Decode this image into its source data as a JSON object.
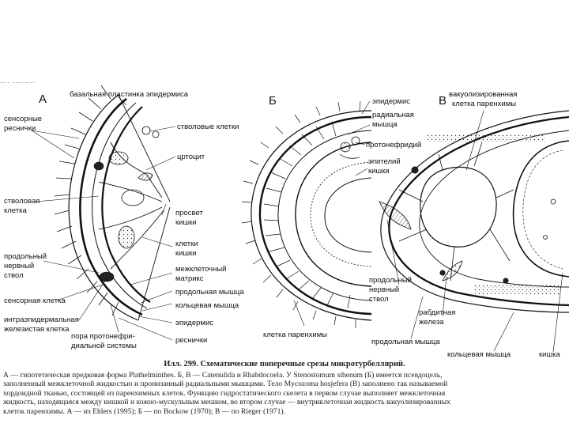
{
  "header_fragment": "....   .........",
  "panels": {
    "a": "А",
    "b": "Б",
    "c": "В"
  },
  "labels_a": {
    "basal_plate": "базальная пластинка эпидермиса",
    "sensory_cilia_1": "сенсорные",
    "sensory_cilia_2": "реснички",
    "stem_cells": "стволовые клетки",
    "cyrtocyte": "цртоцит",
    "stem_cell_1": "стволовая",
    "stem_cell_2": "клетка",
    "gut_lumen_1": "просвет",
    "gut_lumen_2": "кишки",
    "gut_cells_1": "клетки",
    "gut_cells_2": "кишки",
    "long_nerve_1": "продольный",
    "long_nerve_2": "нервный",
    "long_nerve_3": "ствол",
    "intercell_matrix_1": "межклеточный",
    "intercell_matrix_2": "матрикс",
    "long_muscle": "продольная мышца",
    "sensory_cell": "сенсорная клетка",
    "ring_muscle": "кольцевая мышца",
    "intraepid_gland_1": "интраэпидермальная",
    "intraepid_gland_2": "железистая клетка",
    "epidermis": "эпидермис",
    "protoneph_pore_1": "пора протонефри-",
    "protoneph_pore_2": "диальной системы",
    "cilia": "реснички"
  },
  "labels_b": {
    "epidermis": "эпидермис",
    "radial_muscle_1": "радиальная",
    "radial_muscle_2": "мышца",
    "protonephridium": "протонефридий",
    "gut_epithelium_1": "эпителий",
    "gut_epithelium_2": "кишки",
    "parenchyma_cell": "клетка паренхимы"
  },
  "labels_c": {
    "vacuolized_1": "вакуолизированная",
    "vacuolized_2": "клетка паренхимы",
    "long_nerve_1": "продольный",
    "long_nerve_2": "нервный",
    "long_nerve_3": "ствол",
    "rhabdite_gland_1": "рабдитная",
    "rhabdite_gland_2": "железа",
    "long_muscle": "продольная мышца",
    "ring_muscle": "кольцевая мышца",
    "gut": "кишка"
  },
  "caption": {
    "title": "Илл. 299. Схематические поперечные срезы микротурбеллярий.",
    "lines": [
      "А — гипотетическая предковая форма Plathelminthes. Б, В — Catenulida и Rhabdocoela. У Stenostomum sthenum (Б) имеется псевдоцель,",
      "заполненный межклеточной жидкостью и пронизанный радиальными мышцами. Тело Mycozoma hosjefera (В) заполнено так называемой",
      "хордоидной тканью, состоящей из паренхимных клеток. Функцию гидростатического скелета в первом случае выполняет межклеточная",
      "жидкость, находящаяся между кишкой и кожно-мускульным мешком, во втором случае —  внутриклеточная жидкость вакуолизированных",
      "клеток паренхимы. А — из Ehlers (1995); Б — по Bockow (1970); В — по Rieger (1971)."
    ]
  }
}
